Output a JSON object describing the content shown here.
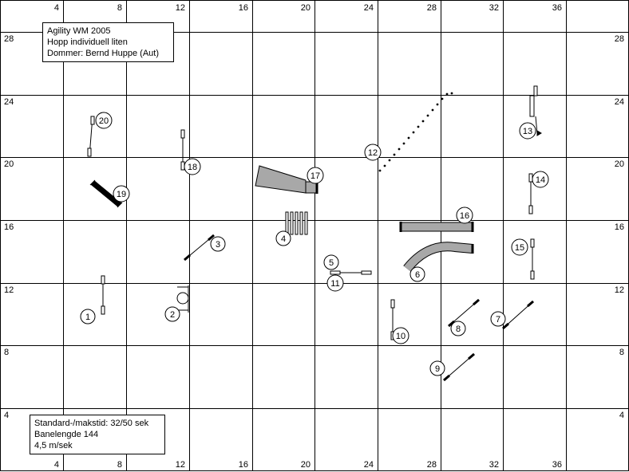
{
  "info": {
    "line1": "Agility WM 2005",
    "line2": "Hopp individuell liten",
    "line3": "Dommer: Bernd Huppe (Aut)"
  },
  "specs": {
    "line1": "Standard-/makstid: 32/50 sek",
    "line2": "Banelengde 144",
    "line3": "4,5 m/sek"
  },
  "grid": {
    "x_labels": [
      "4",
      "8",
      "12",
      "16",
      "20",
      "24",
      "28",
      "32",
      "36"
    ],
    "y_labels": [
      "28",
      "24",
      "20",
      "16",
      "12",
      "8",
      "4"
    ]
  },
  "obstacles": [
    {
      "n": "1",
      "type": "hurdle"
    },
    {
      "n": "2",
      "type": "tyre"
    },
    {
      "n": "3",
      "type": "hurdle"
    },
    {
      "n": "4",
      "type": "weave"
    },
    {
      "n": "5",
      "type": "hurdle"
    },
    {
      "n": "6",
      "type": "tunnel"
    },
    {
      "n": "7",
      "type": "hurdle"
    },
    {
      "n": "8",
      "type": "hurdle"
    },
    {
      "n": "9",
      "type": "hurdle"
    },
    {
      "n": "10",
      "type": "hurdle"
    },
    {
      "n": "11",
      "type": "hurdle"
    },
    {
      "n": "12",
      "type": "dogwalk"
    },
    {
      "n": "13",
      "type": "hurdle"
    },
    {
      "n": "14",
      "type": "hurdle"
    },
    {
      "n": "15",
      "type": "hurdle"
    },
    {
      "n": "16",
      "type": "tunnel"
    },
    {
      "n": "17",
      "type": "chute"
    },
    {
      "n": "18",
      "type": "hurdle"
    },
    {
      "n": "19",
      "type": "wall"
    },
    {
      "n": "20",
      "type": "hurdle"
    }
  ]
}
